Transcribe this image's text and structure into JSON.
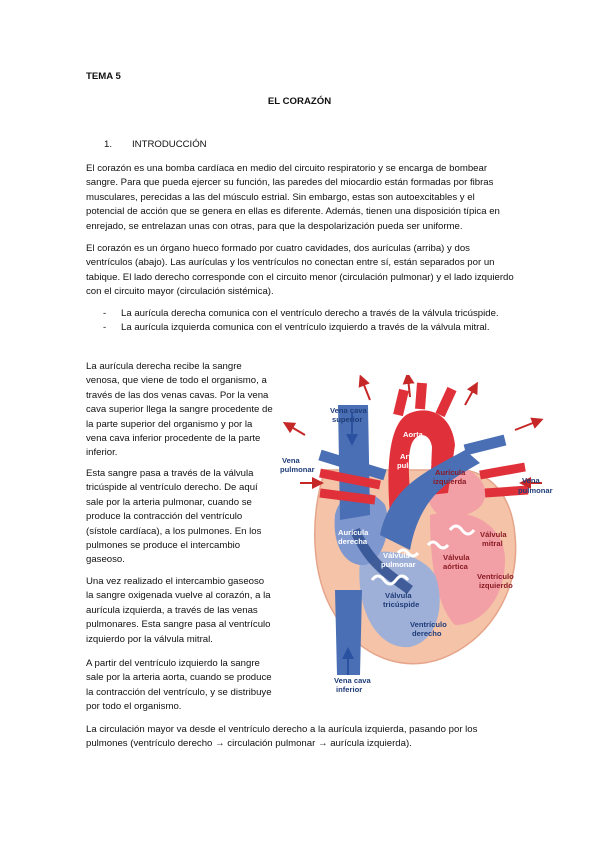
{
  "header": {
    "tema": "TEMA 5",
    "title": "EL CORAZÓN"
  },
  "section": {
    "number": "1.",
    "label": "INTRODUCCIÓN"
  },
  "paragraphs": {
    "p1": "El corazón es una bomba cardíaca en medio del circuito respiratorio y se encarga de bombear sangre. Para que pueda ejercer su función, las paredes del miocardio están formadas por fibras musculares, perecidas a las del músculo estrial. Sin embargo, estas son autoexcitables y el potencial de acción que se genera en ellas es diferente. Además, tienen una disposición típica en enrejado, se entrelazan unas con otras, para que la despolarización pueda ser uniforme.",
    "p2": "El corazón es un órgano hueco formado por cuatro cavidades, dos aurículas (arriba) y dos ventrículos (abajo).  Las aurículas y los ventrículos no conectan entre sí, están separados por un tabique. El lado derecho corresponde con el circuito menor (circulación pulmonar) y el lado izquierdo con el circuito mayor (circulación sistémica)."
  },
  "bullets": [
    {
      "dash": "-",
      "text": "La aurícula derecha comunica con el ventrículo derecho a través de la válvula tricúspide."
    },
    {
      "dash": "-",
      "text": "La aurícula izquierda comunica con el ventrículo izquierdo a través de la válvula mitral."
    }
  ],
  "column": {
    "c1": "La aurícula derecha recibe la sangre venosa, que viene de todo el organismo, a través de las dos venas cavas. Por la vena cava superior llega la sangre procedente de la parte superior del organismo y por la vena cava inferior procedente de la parte inferior.",
    "c2": "Esta sangre pasa a través de la válvula tricúspide al ventrículo derecho. De aquí sale por la arteria pulmonar, cuando se produce la contracción del ventrículo (sístole cardíaca), a los pulmones. En los pulmones se produce el intercambio gaseoso.",
    "c3": "Una vez realizado el intercambio gaseoso la sangre oxigenada vuelve al corazón, a la aurícula izquierda, a través de las venas pulmonares. Esta sangre pasa al ventrículo izquierdo por la válvula mitral.",
    "c4": "A partir del ventrículo izquierdo la sangre sale por la arteria aorta, cuando se produce la contracción del ventrículo, y se distribuye por todo el organismo."
  },
  "last_paragraph": "La circulación mayor va desde el ventrículo derecho a la aurícula izquierda, pasando por los pulmones (ventrículo derecho → circulación pulmonar → aurícula izquierda).",
  "diagram": {
    "labels": {
      "vena_cava_superior_1": "Vena cava",
      "vena_cava_superior_2": "superior",
      "aorta": "Aorta",
      "arteria_pulmonar_1": "Arteria",
      "arteria_pulmonar_2": "pulmonar",
      "vena_pulmonar_left_1": "Vena",
      "vena_pulmonar_left_2": "pulmonar",
      "vena_pulmonar_right_1": "Vena",
      "vena_pulmonar_right_2": "pulmonar",
      "auricula_izquierda_1": "Aurícula",
      "auricula_izquierda_2": "izquierda",
      "auricula_derecha_1": "Aurícula",
      "auricula_derecha_2": "derecha",
      "valvula_mitral_1": "Válvula",
      "valvula_mitral_2": "mitral",
      "valvula_pulmonar_1": "Válvula",
      "valvula_pulmonar_2": "pulmonar",
      "valvula_aortica_1": "Válvula",
      "valvula_aortica_2": "aórtica",
      "ventriculo_izquierdo_1": "Ventrículo",
      "ventriculo_izquierdo_2": "izquierdo",
      "valvula_tricuspide_1": "Válvula",
      "valvula_tricuspide_2": "tricúspide",
      "ventriculo_derecho_1": "Ventrículo",
      "ventriculo_derecho_2": "derecho",
      "vena_cava_inferior_1": "Vena cava",
      "vena_cava_inferior_2": "inferior"
    },
    "colors": {
      "blue": "#4a6fb5",
      "dark_blue": "#2f4f8f",
      "red": "#e0303a",
      "pink": "#f2a0a6",
      "arrow": "#c62828",
      "arrow_blue": "#2a52a0"
    }
  }
}
